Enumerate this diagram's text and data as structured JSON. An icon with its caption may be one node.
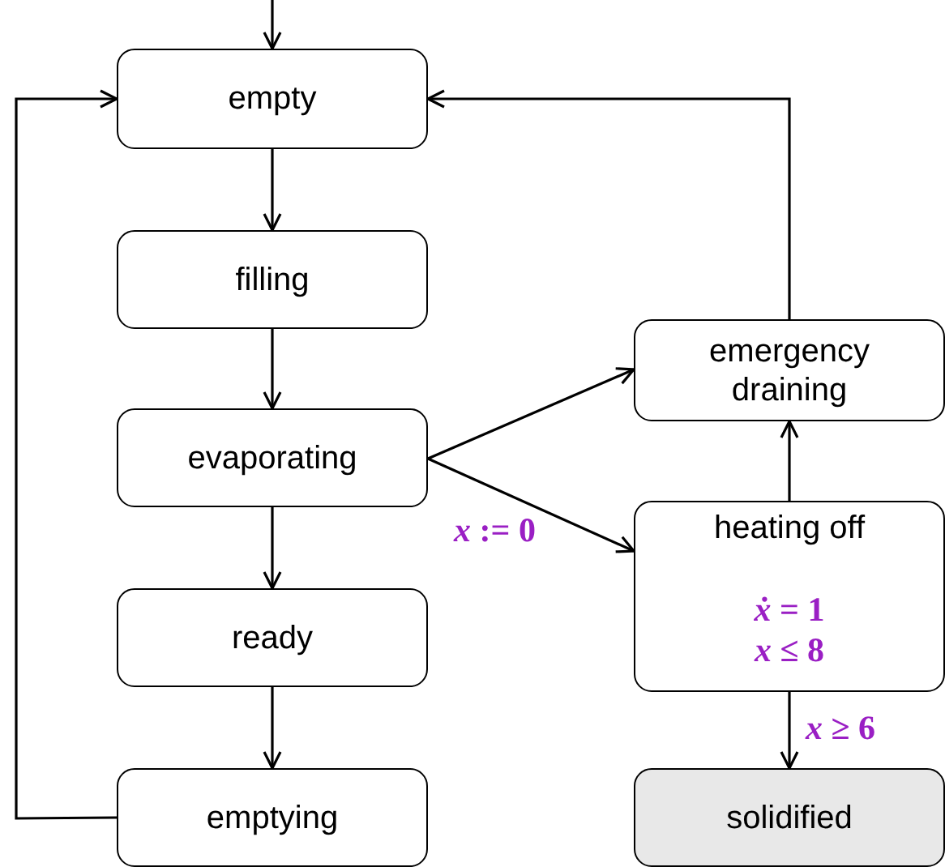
{
  "diagram": {
    "nodes": [
      {
        "text": [
          "empty"
        ]
      },
      {
        "text": [
          "filling"
        ]
      },
      {
        "text": [
          "evaporating"
        ]
      },
      {
        "text": [
          "ready"
        ]
      },
      {
        "text": [
          "emptying"
        ]
      },
      {
        "text": [
          "emergency draining"
        ]
      },
      {
        "text": [
          "heating off",
          "*ẋ* = 1",
          "*x* ≤ 8"
        ]
      },
      {
        "text": [
          "solidified"
        ]
      }
    ],
    "edges": [
      {
        "from": null,
        "to": 0,
        "arrow": "to"
      },
      {
        "from": 0,
        "to": 1,
        "arrow": "to"
      },
      {
        "from": 1,
        "to": 2,
        "arrow": "to"
      },
      {
        "from": 2,
        "to": 3,
        "arrow": "to"
      },
      {
        "from": 3,
        "to": 4,
        "arrow": "to"
      },
      {
        "from": 4,
        "to": 0,
        "arrow": "to"
      },
      {
        "from": 2,
        "to": 5,
        "arrow": "to"
      },
      {
        "from": 2,
        "to": 6,
        "arrow": "to",
        "label": "*x* := 0"
      },
      {
        "from": 6,
        "to": 5,
        "arrow": "to"
      },
      {
        "from": 5,
        "to": 0,
        "arrow": "to"
      },
      {
        "from": 6,
        "to": 7,
        "arrow": "to",
        "label": "*x* ≥ 6"
      }
    ]
  }
}
